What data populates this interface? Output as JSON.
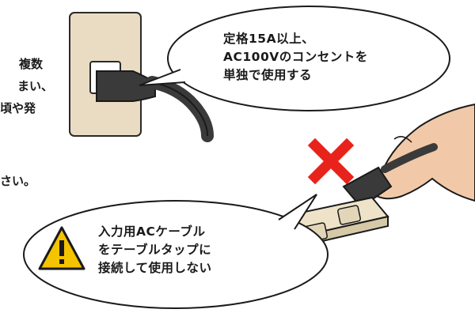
{
  "left_fragments": [
    "複数",
    "まい、",
    "頃や発",
    "さい。"
  ],
  "bubble_top": {
    "lines": [
      "定格15A以上、",
      "AC100Vのコンセントを",
      "単独で使用する"
    ]
  },
  "bubble_bottom": {
    "lines": [
      "入力用ACケーブル",
      "をテーブルタップに",
      "接続して使用しない"
    ]
  },
  "colors": {
    "wall_plate": "#e9dcc2",
    "cable": "#3a3a3a",
    "skin": "#f2c9a8",
    "cross": "#e8231b",
    "warning": "#f5c400"
  },
  "icons": [
    "warning-icon",
    "prohibited-cross-icon"
  ]
}
